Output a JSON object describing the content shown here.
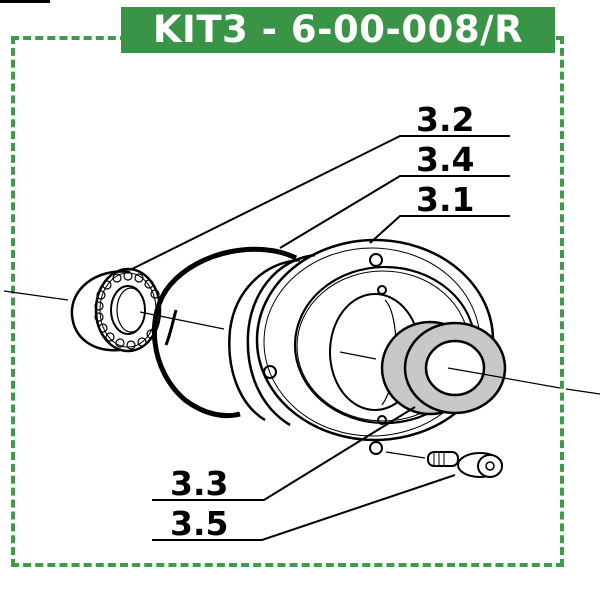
{
  "title": "KIT3 - 6-00-008/R",
  "colors": {
    "title_bg": "#3a9447",
    "frame_dash": "#3f9a4b",
    "seal_fill": "#c8c8c8",
    "line": "#000000"
  },
  "callouts": [
    {
      "id": "3.2",
      "label": "3.2",
      "part": "bearing"
    },
    {
      "id": "3.4",
      "label": "3.4",
      "part": "o-ring"
    },
    {
      "id": "3.1",
      "label": "3.1",
      "part": "flange-housing"
    },
    {
      "id": "3.3",
      "label": "3.3",
      "part": "seal-ring"
    },
    {
      "id": "3.5",
      "label": "3.5",
      "part": "socket-head-screw"
    }
  ]
}
